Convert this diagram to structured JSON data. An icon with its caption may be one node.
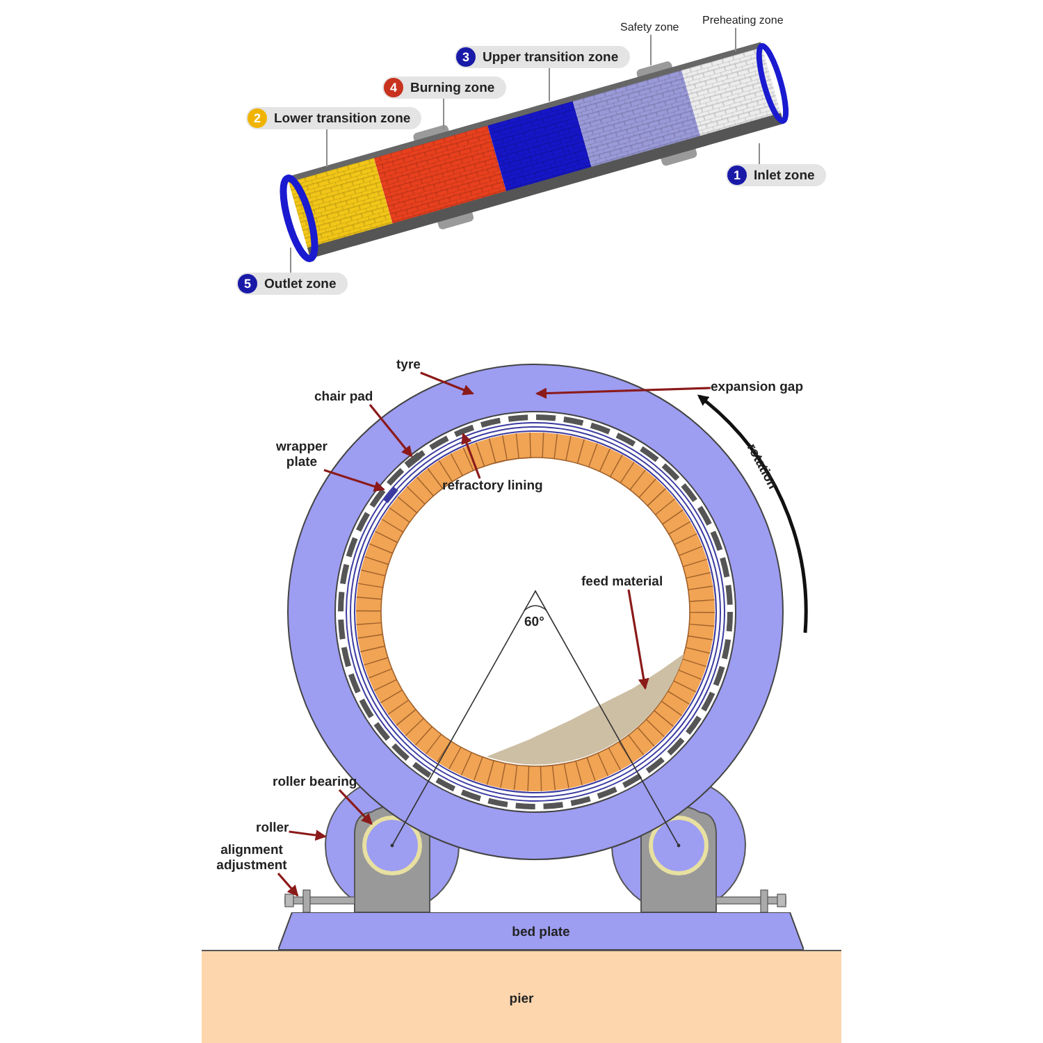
{
  "diagram": {
    "nodes": [
      {
        "text": [
          "Safety zone"
        ]
      },
      {
        "text": [
          "Preheating zone"
        ]
      },
      {
        "text": [
          "3",
          "Upper transition zone"
        ]
      },
      {
        "text": [
          "4",
          "Burning zone"
        ]
      },
      {
        "text": [
          "2",
          "Lower transition zone"
        ]
      },
      {
        "text": [
          "1",
          "Inlet zone"
        ]
      },
      {
        "text": [
          "5",
          "Outlet zone"
        ]
      },
      {
        "text": [
          "tyre"
        ]
      },
      {
        "text": [
          "expansion gap"
        ]
      },
      {
        "text": [
          "chair pad"
        ]
      },
      {
        "text": [
          "wrapper plate"
        ]
      },
      {
        "text": [
          "refractory lining"
        ]
      },
      {
        "text": [
          "feed material"
        ]
      },
      {
        "text": [
          "roller bearing"
        ]
      },
      {
        "text": [
          "roller"
        ]
      },
      {
        "text": [
          "alignment adjustment"
        ]
      },
      {
        "text": [
          "bed plate"
        ]
      },
      {
        "text": [
          "pier"
        ]
      },
      {
        "text": [],
        "shape": "box"
      },
      {
        "text": [],
        "shape": "box"
      },
      {
        "text": [],
        "shape": "picture"
      },
      {
        "text": [],
        "shape": "circle"
      },
      {
        "text": [],
        "shape": "circle",
        "in": 21
      },
      {
        "text": [],
        "shape": "circle"
      },
      {
        "text": [],
        "shape": "circle",
        "in": 23
      },
      {
        "text": [],
        "shape": "picture"
      },
      {
        "text": [],
        "shape": "picture"
      }
    ],
    "edges": [
      {
        "from": 0,
        "to": null,
        "arrow": "none",
        "color": "#8c8c8c"
      },
      {
        "from": 1,
        "to": null,
        "arrow": "none",
        "color": "#8c8c8c"
      },
      {
        "from": 2,
        "to": null,
        "arrow": "none",
        "color": "#8c8c8c"
      },
      {
        "from": 3,
        "to": null,
        "arrow": "none",
        "color": "#8c8c8c"
      },
      {
        "from": 4,
        "to": null,
        "arrow": "none",
        "color": "#8c8c8c"
      },
      {
        "from": 5,
        "to": null,
        "arrow": "none",
        "color": "#8c8c8c"
      },
      {
        "from": 6,
        "to": null,
        "arrow": "none",
        "color": "#8c8c8c"
      },
      {
        "from": 7,
        "to": null,
        "arrow": "to"
      },
      {
        "from": 8,
        "to": null,
        "arrow": "to"
      },
      {
        "from": 9,
        "to": 18,
        "arrow": "to"
      },
      {
        "from": 10,
        "to": 19,
        "arrow": "to"
      },
      {
        "from": 11,
        "to": null,
        "arrow": "to"
      },
      {
        "from": 12,
        "to": 20,
        "arrow": "to"
      },
      {
        "from": 13,
        "to": 22,
        "arrow": "to"
      },
      {
        "from": 14,
        "to": 21,
        "arrow": "to"
      },
      {
        "from": 15,
        "to": 25,
        "arrow": "to"
      }
    ],
    "labels": [
      "rotation",
      "60°"
    ]
  }
}
